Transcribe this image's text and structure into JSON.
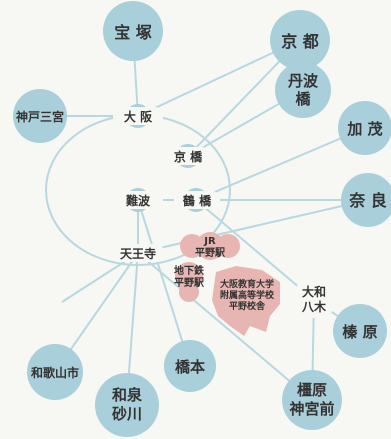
{
  "colors": {
    "background": "#f7f7f4",
    "station_circle": "#a9cfda",
    "line": "#b7d8e0",
    "school_pink": "#e7b6b2",
    "text": "#333333"
  },
  "stations": {
    "takarazuka": "宝 塚",
    "kyoto": "京 都",
    "tambabashi_1": "丹波",
    "tambabashi_2": "橋",
    "kamo": "加 茂",
    "kobe_sannomiya": "神戸三宮",
    "nara": "奈 良",
    "wakayamashi": "和歌山市",
    "hashimoto": "橋本",
    "izumi_sunagawa_1": "和泉",
    "izumi_sunagawa_2": "砂川",
    "kashihara_jingumae_1": "橿原",
    "kashihara_jingumae_2": "神宮前",
    "unebi": "榛 原"
  },
  "junctions": {
    "osaka": "大 阪",
    "kyobashi": "京 橋",
    "namba": "難波",
    "tsuruhashi": "鶴 橋",
    "tennoji": "天王寺",
    "yamato_yagi_1": "大和",
    "yamato_yagi_2": "八木"
  },
  "school": {
    "jr_hirano_1": "JR",
    "jr_hirano_2": "平野駅",
    "subway_hirano_1": "地下鉄",
    "subway_hirano_2": "平野駅",
    "school_line_1": "大阪教育大学",
    "school_line_2": "附属高等学校",
    "school_line_3": "平野校舎"
  }
}
